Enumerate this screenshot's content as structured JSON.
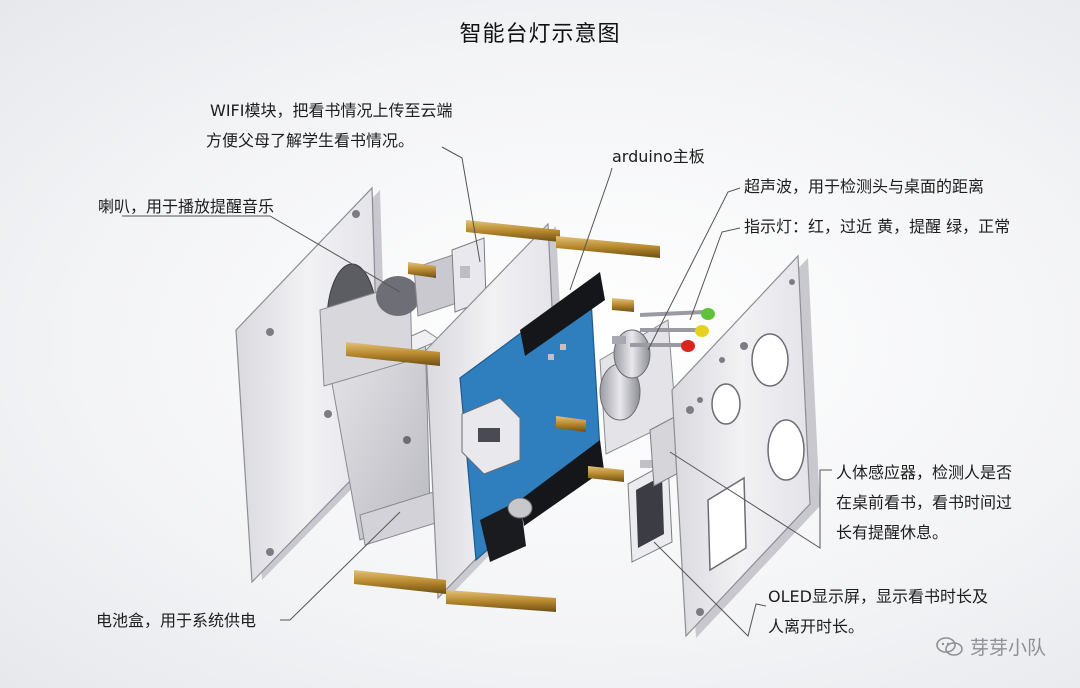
{
  "title": "智能台灯示意图",
  "labels": {
    "wifi_line1": "WIFI模块，把看书情况上传至云端",
    "wifi_line2": "方便父母了解学生看书情况。",
    "arduino": "arduino主板",
    "speaker": "喇叭，用于播放提醒音乐",
    "ultrasonic": "超声波，用于检测头与桌面的距离",
    "indicator": "指示灯：红，过近 黄，提醒 绿，正常",
    "pir_line1": "人体感应器，检测人是否",
    "pir_line2": "在桌前看书，看书时间过",
    "pir_line3": "长有提醒休息。",
    "oled_line1": "OLED显示屏，显示看书时长及",
    "oled_line2": "人离开时长。",
    "battery": "电池盒，用于系统供电"
  },
  "watermark": {
    "text": "芽芽小队",
    "icon": "wechat-icon"
  },
  "colors": {
    "panel": "#ececf0",
    "board": "#2f7fbf",
    "brass": "#b8892e",
    "led_red": "#d8261e",
    "led_yellow": "#e6d21e",
    "led_green": "#5fc23a"
  }
}
